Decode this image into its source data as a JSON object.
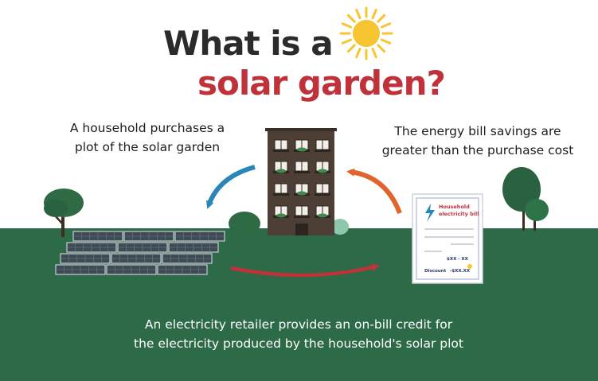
{
  "title": {
    "line1": "What is a",
    "line2": "solar garden?"
  },
  "captions": {
    "household_purchase": [
      "A household purchases a",
      "plot of the solar garden"
    ],
    "savings": [
      "The energy bill savings are",
      "greater than the purchase cost"
    ],
    "credit": [
      "An electricity retailer provides an on-bill credit for",
      "the electricity produced by the household's solar plot"
    ]
  },
  "bill": {
    "title_line1": "Household",
    "title_line2": "electricity bill",
    "amount_label": "$XX - XX",
    "discount_label": "Discount",
    "discount_value": "-$XX.XX"
  },
  "colors": {
    "ground": "#2d6a48",
    "title_dark": "#2b2b2b",
    "title_red": "#c0323a",
    "arrow_blue": "#2b86b8",
    "arrow_orange": "#e0642e",
    "arrow_red": "#c0323a",
    "sun": "#f7c531"
  },
  "icons": {
    "sun": "sun-icon",
    "building": "apartment-building-icon",
    "solar_panels": "solar-panel-array-icon",
    "bill": "electricity-bill-document-icon",
    "lightning": "lightning-bolt-icon"
  }
}
